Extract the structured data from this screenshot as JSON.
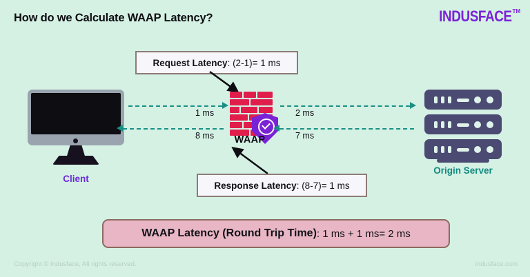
{
  "page": {
    "title": "How do we Calculate WAAP Latency?",
    "background_color": "#d5f1e4"
  },
  "logo": {
    "word": "INDUSFACE",
    "tm": "TM",
    "color": "#7a22d6"
  },
  "callouts": {
    "request": {
      "label": "Request Latency",
      "value": ": (2-1)= 1 ms"
    },
    "response": {
      "label": "Response Latency",
      "value": ": (8-7)= 1 ms"
    }
  },
  "summary": {
    "label": "WAAP Latency (Round Trip Time)",
    "value": " : 1 ms + 1 ms= 2 ms",
    "fill_color": "#e8b6c4",
    "border_color": "#8c6a62"
  },
  "nodes": {
    "client": {
      "label": "Client",
      "color": "#6b2bd9"
    },
    "waap": {
      "label": "WAAP",
      "brick_color": "#e11d4c",
      "shield_color": "#7a22d6"
    },
    "server": {
      "label": "Origin Server",
      "color": "#11897f",
      "rack_color": "#4b4a72"
    }
  },
  "flows": {
    "accent_color": "#1b8f85",
    "client_to_waap": "1 ms",
    "waap_to_client": "8 ms",
    "waap_to_server": "2 ms",
    "server_to_waap": "7 ms"
  },
  "footer": {
    "copyright": "Copyright © Indusface, All rights reserved.",
    "site": "indusface.com"
  }
}
